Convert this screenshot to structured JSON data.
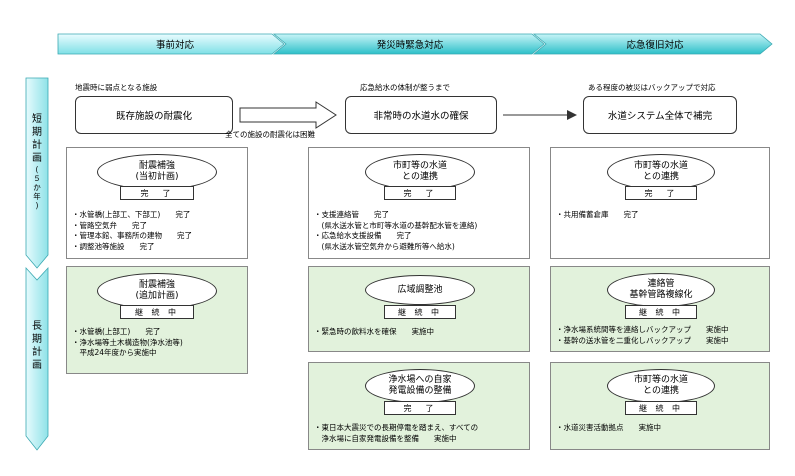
{
  "phases": [
    "事前対応",
    "発災時緊急対応",
    "応急復旧対応"
  ],
  "side": {
    "short_chars": [
      "短",
      "期",
      "計",
      "画"
    ],
    "short_sub": [
      "(",
      "５",
      "か",
      "年",
      ")"
    ],
    "long_chars": [
      "長",
      "期",
      "計",
      "画"
    ]
  },
  "goals": [
    {
      "caption": "地震時に弱点となる施設",
      "box": "既存施設の耐震化"
    },
    {
      "caption": "応急給水の体制が整うまで",
      "box": "非常時の水道水の確保"
    },
    {
      "caption": "ある程度の被災はバックアップで対応",
      "box": "水道システム全体で補完"
    }
  ],
  "arrow_note": "全ての施設の耐震化は困難",
  "panels": {
    "short1": {
      "title": "耐震補強\n(当初計画)",
      "status": "完　了",
      "items": "・水管橋(上部工、下部工)　　完了\n・管路空気弁　　完了\n・管理本館、事務所の建物　　完了\n・調整池等施設　　完了"
    },
    "short2": {
      "title": "市町等の水道\nとの連携",
      "status": "完　了",
      "items": "・支援連絡管　　完了\n　(県水送水管と市町等水道の基幹配水管を連絡)\n・応急給水支援設備　　完了\n　(県水送水管空気弁から避難所等へ給水)"
    },
    "short3": {
      "title": "市町等の水道\nとの連携",
      "status": "完　了",
      "items": "・共用備蓄倉庫　　完了"
    },
    "long1": {
      "title": "耐震補強\n(追加計画)",
      "status": "継 続 中",
      "items": "・水管橋(上部工)　　完了\n・浄水場等土木構造物(浄水池等)\n　平成24年度から実施中"
    },
    "long2a": {
      "title": "広域調整池",
      "status": "継 続 中",
      "items": "・緊急時の飲料水を確保　　実施中"
    },
    "long2b": {
      "title": "浄水場への自家\n発電設備の整備",
      "status": "完　了",
      "items": "・東日本大震災での長期停電を踏まえ、すべての\n　浄水場に自家発電設備を整備　　実施中"
    },
    "long3a": {
      "title": "連絡管\n基幹管路複線化",
      "status": "継 続 中",
      "items": "・浄水場系統間等を連絡しバックアップ　　実施中\n・基幹の送水管を二重化しバックアップ　　実施中"
    },
    "long3b": {
      "title": "市町等の水道\nとの連携",
      "status": "継 続 中",
      "items": "・水道災害活動拠点　　実施中"
    }
  },
  "colors": {
    "banner": "#c9eef4",
    "banner_dark": "#3fc6cf",
    "green": "#e2f2dc"
  }
}
